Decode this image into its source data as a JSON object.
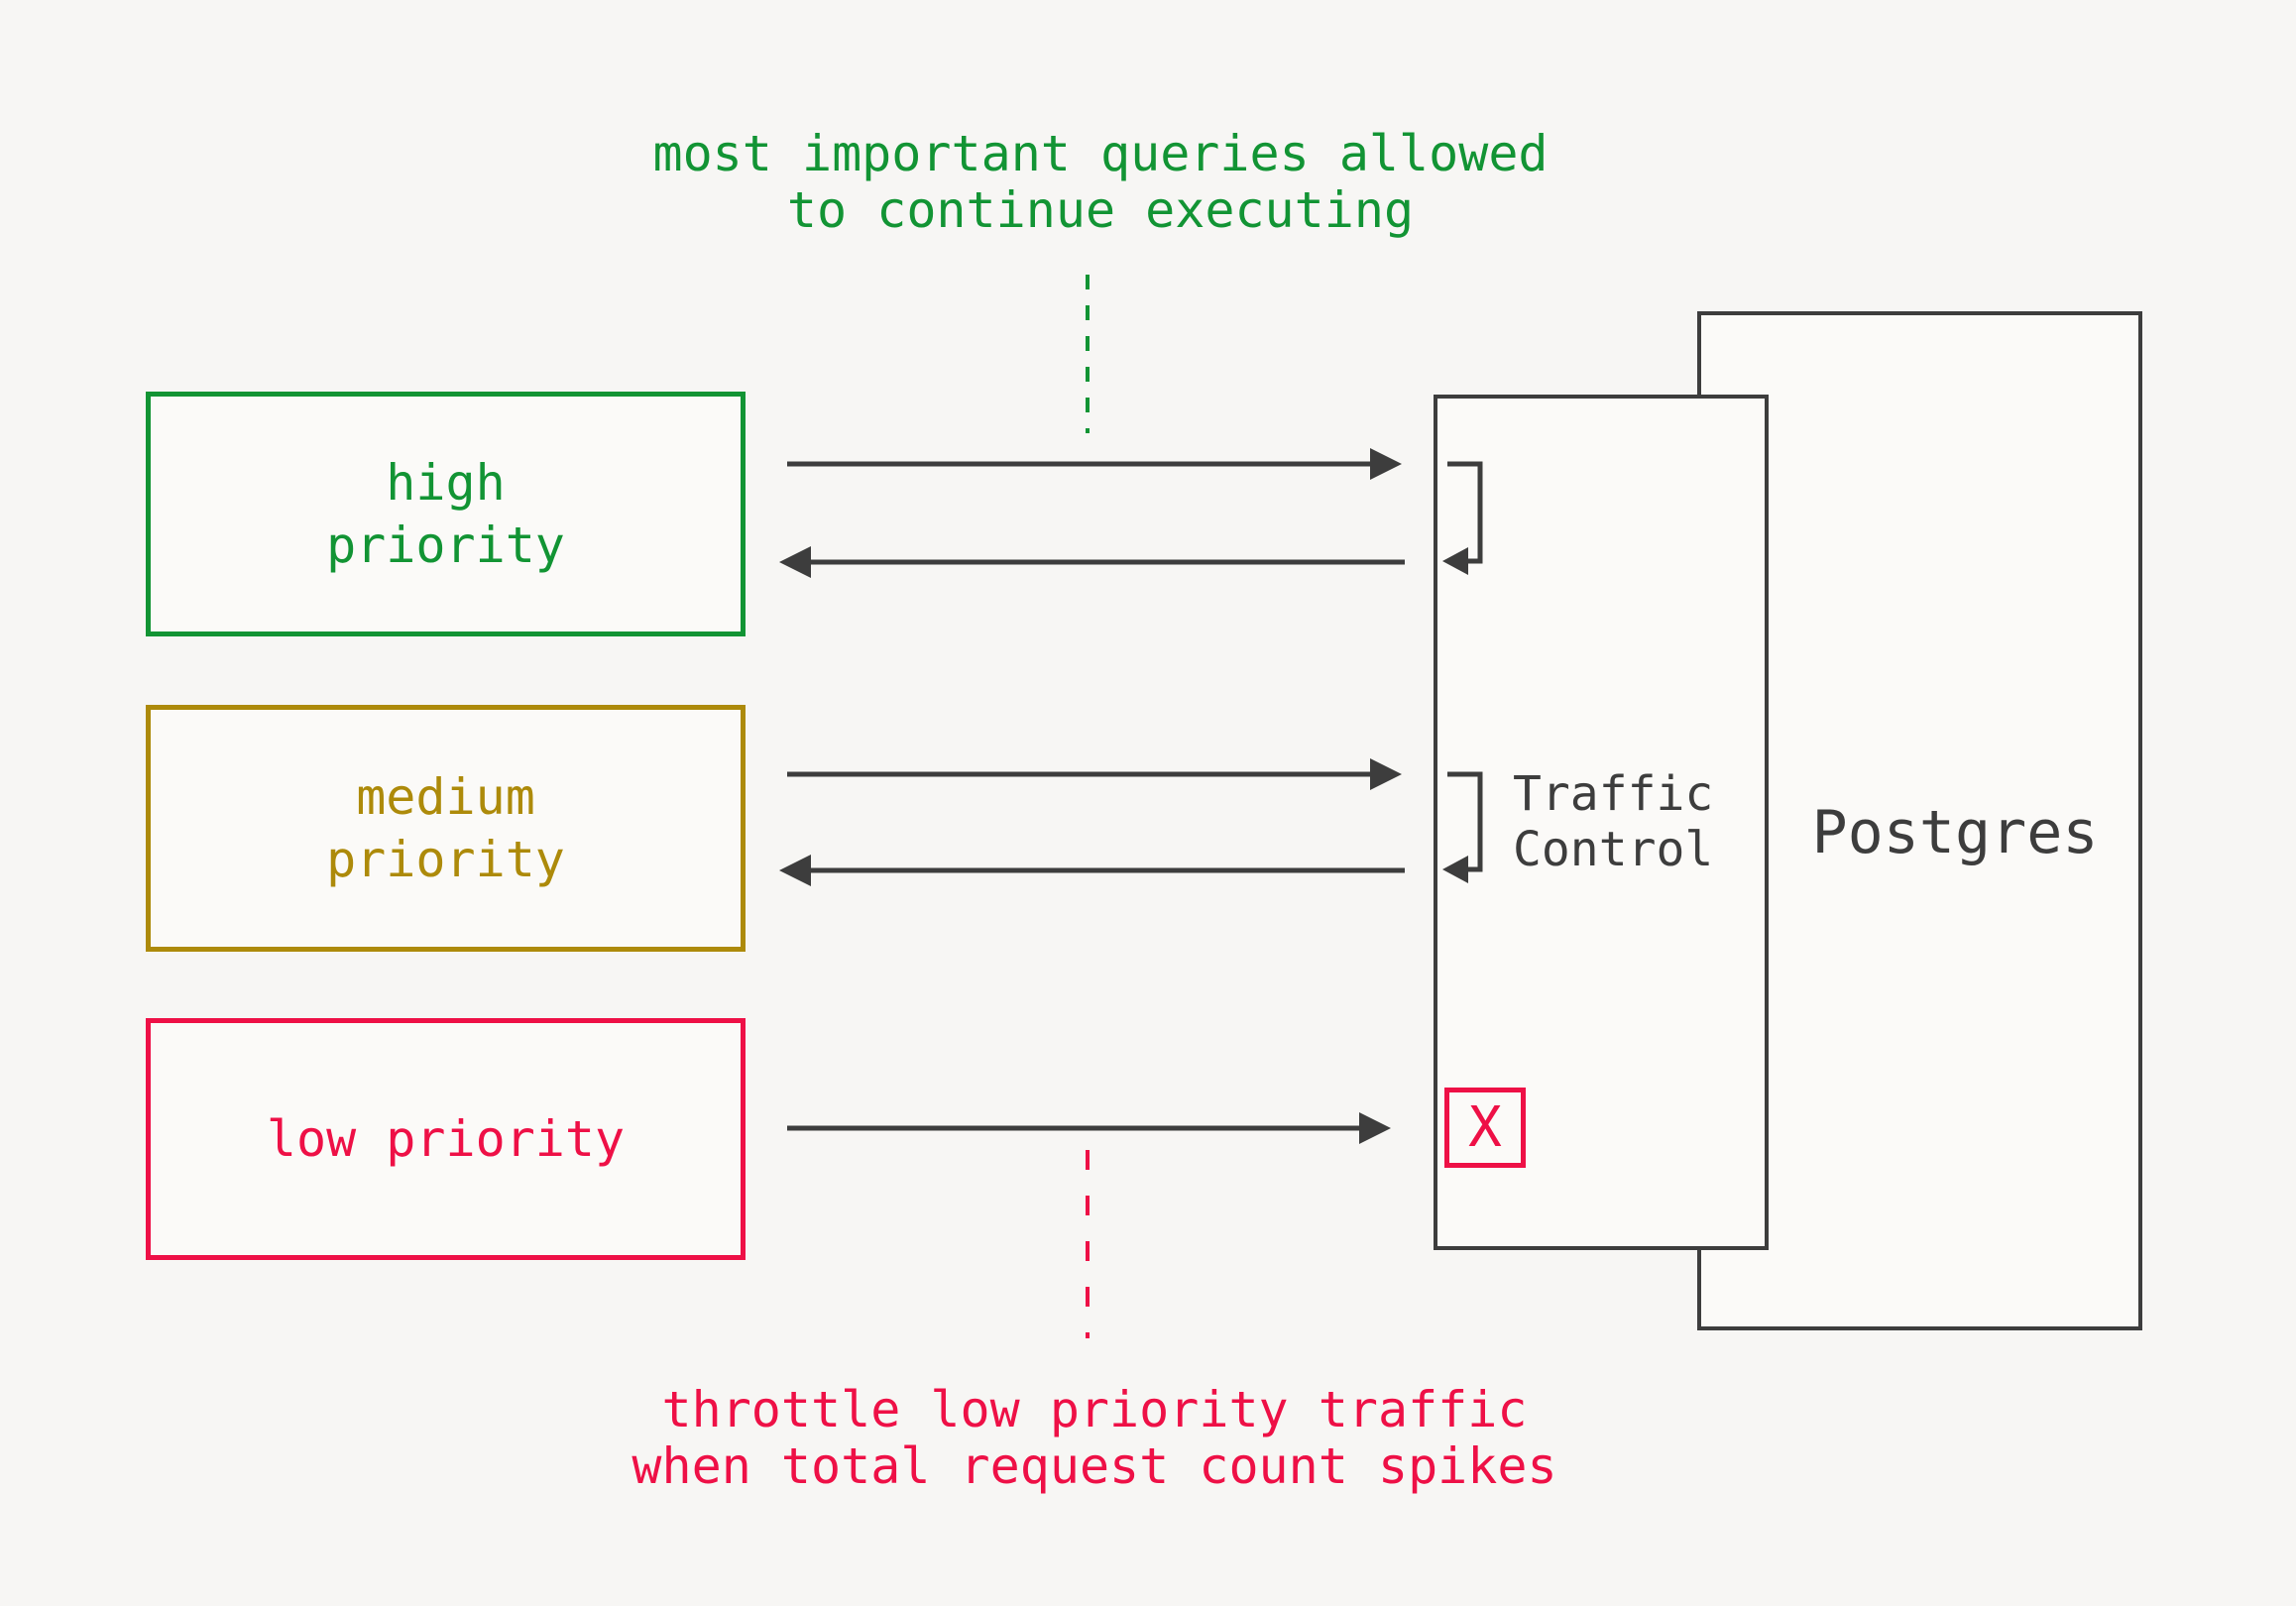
{
  "diagram": {
    "background": "#f7f6f4",
    "colors": {
      "green": "#129434",
      "olive": "#ad8a0a",
      "crimson": "#ee1046",
      "dark": "#3d3d3d",
      "box_fill": "#fbfaf8"
    },
    "annotations": {
      "top": {
        "line1": "most important queries allowed",
        "line2": "to continue executing"
      },
      "bottom": {
        "line1": "throttle low priority traffic",
        "line2": "when total request count spikes"
      }
    },
    "nodes": {
      "high": {
        "line1": "high",
        "line2": "priority"
      },
      "medium": {
        "line1": "medium",
        "line2": "priority"
      },
      "low": {
        "label": "low priority"
      },
      "traffic_control": {
        "line1": "Traffic",
        "line2": "Control"
      },
      "postgres": {
        "label": "Postgres"
      },
      "blocked": {
        "label": "X"
      }
    }
  }
}
